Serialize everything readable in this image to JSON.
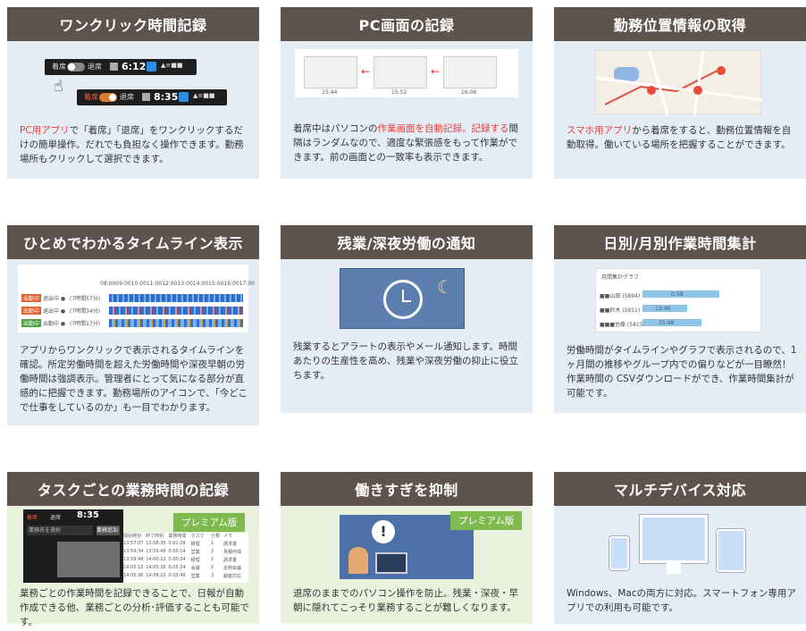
{
  "cards": [
    {
      "title": "ワンクリック時間記録",
      "desc_parts": [
        "PC用アプリ",
        "で「着席」「退席」をワンクリックするだけの簡単操作。だれでも負担なく操作できます。勤務場所もクリックして選択できます。"
      ],
      "widget": {
        "away_label": "着席",
        "seat_label": "退席",
        "time1": "6:12",
        "away_label2": "着席",
        "seat_label2": "退席",
        "time2": "8:35"
      }
    },
    {
      "title": "PC画面の記録",
      "desc_parts": [
        "着席中はパソコンの",
        "作業画面を自動記録。記録する",
        "間隔はランダムなので、適度な緊張感をもって作業ができます。前の画面との一致率も表示できます。"
      ],
      "screens": [
        "15:44",
        "15:52",
        "16:06"
      ]
    },
    {
      "title": "勤務位置情報の取得",
      "desc_parts": [
        "スマホ用アプリ",
        "から着席をすると、勤務位置情報を自動取得。働いている場所を把握することができます。"
      ]
    },
    {
      "title": "ひとめでわかるタイムライン表示",
      "desc": "アプリからワンクリックで表示されるタイムラインを確認。所定労働時間を超えた労働時間や深夜早朝の労働時間は強調表示。管理者にとって気になる部分が直感的に把握できます。勤務場所のアイコンで、「今どこで仕事をしているのか」も一目でわかります。",
      "timeline": {
        "hours": [
          "08:00",
          "09:00",
          "10:00",
          "11:00",
          "12:00",
          "13:00",
          "14:00",
          "15:00",
          "16:00",
          "17:00"
        ],
        "rows": [
          {
            "badge": "出勤中",
            "name": "退出中 ●",
            "hours": "(7時間57分)"
          },
          {
            "badge": "出勤中",
            "name": "退出中 ●",
            "hours": "(7時間34分)"
          },
          {
            "badge": "出勤中",
            "name": "出勤中 ●",
            "hours": "(7時間17分)"
          }
        ]
      }
    },
    {
      "title": "残業/深夜労働の通知",
      "desc": "残業するとアラートの表示やメール通知します。時間あたりの生産性を高め、残業や深夜労働の抑止に役立ちます。"
    },
    {
      "title": "日別/月別作業時間集計",
      "desc": "労働時間がタイムラインやグラフで表示されるので、1ヶ月間の推移やグループ内での偏りなどが一目瞭然！作業時間の CSVダウンロードができ、作業時間集計が可能です。",
      "graph": {
        "title": "月間集計グラフ",
        "rows": [
          {
            "label": "■■山田 (5894)",
            "bar_label": "0:58",
            "value": 0.72
          },
          {
            "label": "■■鈴木 (5851)",
            "bar_label": "13:46",
            "value": 0.42
          },
          {
            "label": "■■■佐藤 (5815)",
            "bar_label": "15:48",
            "value": 0.55
          }
        ]
      }
    },
    {
      "title": "タスクごとの業務時間の記録",
      "desc": "業務ごとの作業時間を記録できることで、日報が自動作成できる他、業務ごとの分析･評価することも可能です。",
      "premium": "プレミアム版",
      "widget": {
        "away_label": "着席",
        "seat_label": "退席",
        "time": "8:35",
        "input_placeholder": "業務名を選択",
        "button": "業務追加"
      },
      "table": {
        "headers": [
          "開始時刻",
          "終了時刻",
          "業務時間",
          "タスク",
          "分類",
          "メモ"
        ],
        "rows": [
          [
            "13:57:07",
            "13:58:35",
            "0:01:28",
            "経理",
            "1",
            "請求書"
          ],
          [
            "13:59:34",
            "13:59:48",
            "0:00:14",
            "営業",
            "2",
            "見積作成"
          ],
          [
            "13:59:48",
            "14:00:12",
            "0:00:24",
            "経理",
            "1",
            "請求書"
          ],
          [
            "14:00:12",
            "14:05:36",
            "0:05:24",
            "会議",
            "2",
            "定例会議"
          ],
          [
            "14:05:36",
            "14:09:22",
            "0:03:46",
            "営業",
            "3",
            "顧客対応"
          ]
        ]
      }
    },
    {
      "title": "働きすぎを抑制",
      "desc": "退席のままでのパソコン操作を防止。残業・深夜・早朝に隠れてこっそり業務することが難しくなります。",
      "premium": "プレミアム版"
    },
    {
      "title": "マルチデバイス対応",
      "desc": "Windows、Macの両方に対応。スマートフォン専用アプリでの利用も可能です。"
    }
  ],
  "colors": {
    "header": "#5f534e",
    "card_bg": "#e4ecf6",
    "card_green": "#e8f2dc",
    "accent_red": "#e8403c",
    "premium": "#7fba4f"
  }
}
